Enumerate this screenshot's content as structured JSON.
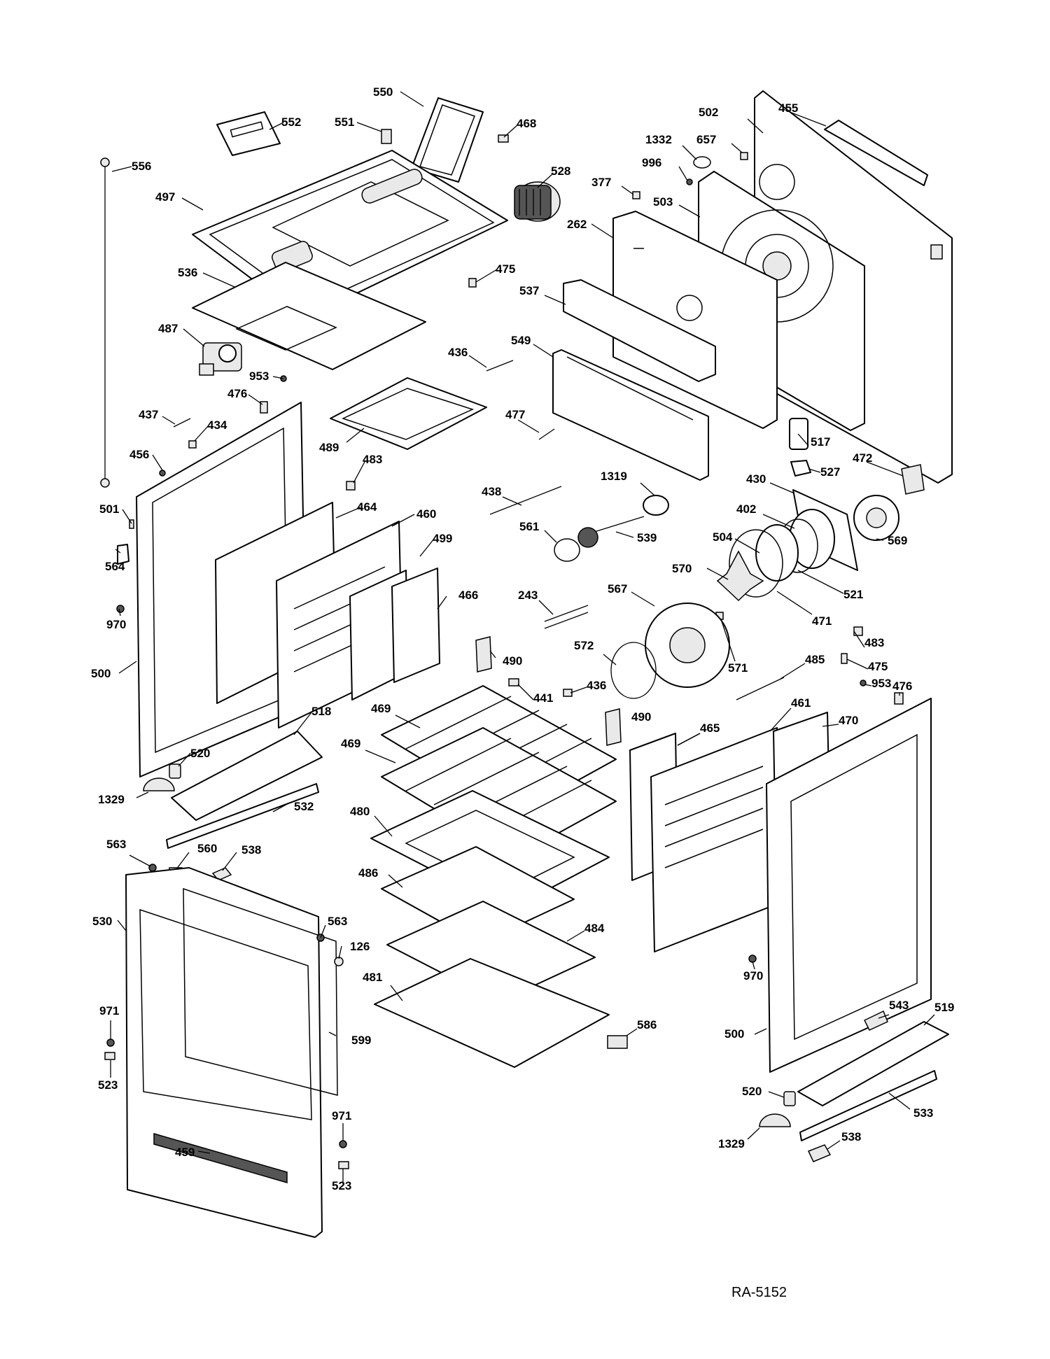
{
  "drawing_ref": "RA-5152",
  "callouts": [
    "550",
    "552",
    "551",
    "468",
    "528",
    "556",
    "497",
    "536",
    "475",
    "487",
    "953",
    "476",
    "437",
    "434",
    "456",
    "489",
    "483",
    "501",
    "564",
    "970",
    "500",
    "464",
    "460",
    "499",
    "466",
    "518",
    "520",
    "1329",
    "532",
    "563",
    "560",
    "538",
    "530",
    "126",
    "971",
    "523",
    "599",
    "459",
    "502",
    "455",
    "1332",
    "657",
    "996",
    "377",
    "503",
    "262",
    "537",
    "549",
    "436",
    "477",
    "517",
    "527",
    "472",
    "1319",
    "430",
    "438",
    "402",
    "569",
    "561",
    "539",
    "504",
    "570",
    "521",
    "243",
    "567",
    "471",
    "572",
    "571",
    "490",
    "441",
    "436",
    "485",
    "469",
    "469",
    "461",
    "465",
    "470",
    "480",
    "486",
    "484",
    "481",
    "586",
    "475",
    "953",
    "476",
    "483",
    "970",
    "500",
    "543",
    "519",
    "520",
    "533",
    "1329",
    "538",
    "563",
    "971",
    "523",
    "490"
  ]
}
